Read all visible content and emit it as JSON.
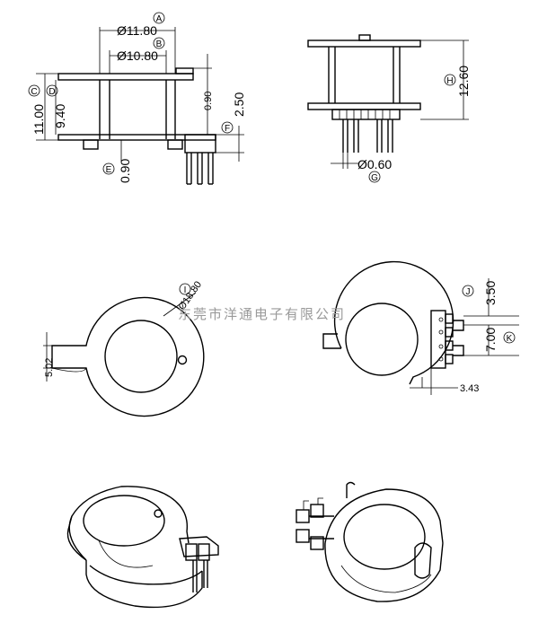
{
  "watermark": "东莞市洋通电子有限公司",
  "dimensions": {
    "A": {
      "letter": "A",
      "value": "Ø11.80"
    },
    "B": {
      "letter": "B",
      "value": "Ø10.80"
    },
    "C": {
      "letter": "C",
      "value": "11.00"
    },
    "D": {
      "letter": "D",
      "value": "9.40"
    },
    "E": {
      "letter": "E",
      "value": "0.90"
    },
    "F": {
      "letter": "F",
      "value": "2.50"
    },
    "flange": {
      "value": "0.90"
    },
    "G": {
      "letter": "G",
      "value": "Ø0.60"
    },
    "H": {
      "letter": "H",
      "value": "12.60"
    },
    "I": {
      "letter": "I",
      "value": "Ø18.80"
    },
    "J": {
      "letter": "J",
      "value": "3.50"
    },
    "K": {
      "letter": "K",
      "value": "7.00"
    },
    "slot": {
      "value": "5.02"
    },
    "offset": {
      "value": "3.43"
    }
  }
}
